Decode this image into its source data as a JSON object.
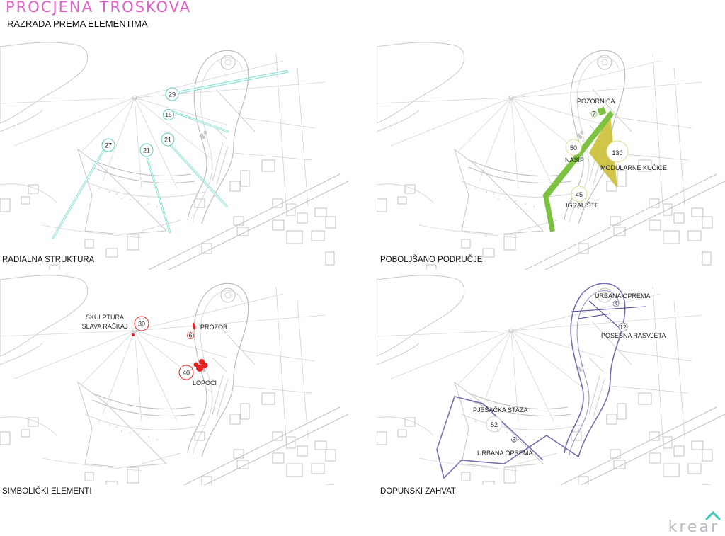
{
  "header": {
    "title": "PROCJENA TROŠKOVA",
    "subtitle": "RAZRADA PREMA ELEMENTIMA"
  },
  "colors": {
    "title": "#e05fc4",
    "cyan": "#8fe0d6",
    "green": "#7dc242",
    "olive": "#c8bd2a",
    "red": "#e52222",
    "purple": "#7a6fb0"
  },
  "panels": {
    "radialna": {
      "caption": "RADIALNA STRUKTURA",
      "badges": [
        "29",
        "15",
        "27",
        "21",
        "21"
      ]
    },
    "poboljsano": {
      "caption": "POBOLJŠANO PODRUČJE",
      "labels": {
        "pozornica": "POZORNICA",
        "pozornica_val": "7",
        "nasip": "NASIP",
        "nasip_val": "50",
        "modularne": "MODULARNE KUĆICE",
        "modularne_val": "130",
        "igraliste": "IGRALIŠTE",
        "igraliste_val": "45"
      }
    },
    "simbolicki": {
      "caption": "SIMBOLIČKI ELEMENTI",
      "labels": {
        "skulptura1": "SKULPTURA",
        "skulptura2": "SLAVA RAŠKAJ",
        "skulptura_val": "30",
        "prozor": "PROZOR",
        "prozor_val": "6",
        "lopoci": "LOPOČI",
        "lopoci_val": "40"
      }
    },
    "dopunski": {
      "caption": "DOPUNSKI ZAHVAT",
      "labels": {
        "urbana_top": "URBANA OPREMA",
        "urbana_top_val": "4",
        "rasvjeta": "POSEBNA RASVJETA",
        "rasvjeta_val": "12",
        "staza": "PJEŠAČKA STAZA",
        "staza_val": "52",
        "urbana_bottom": "URBANA OPREMA",
        "urbana_bottom_val": "5"
      }
    }
  },
  "logo": {
    "text": "krear"
  }
}
